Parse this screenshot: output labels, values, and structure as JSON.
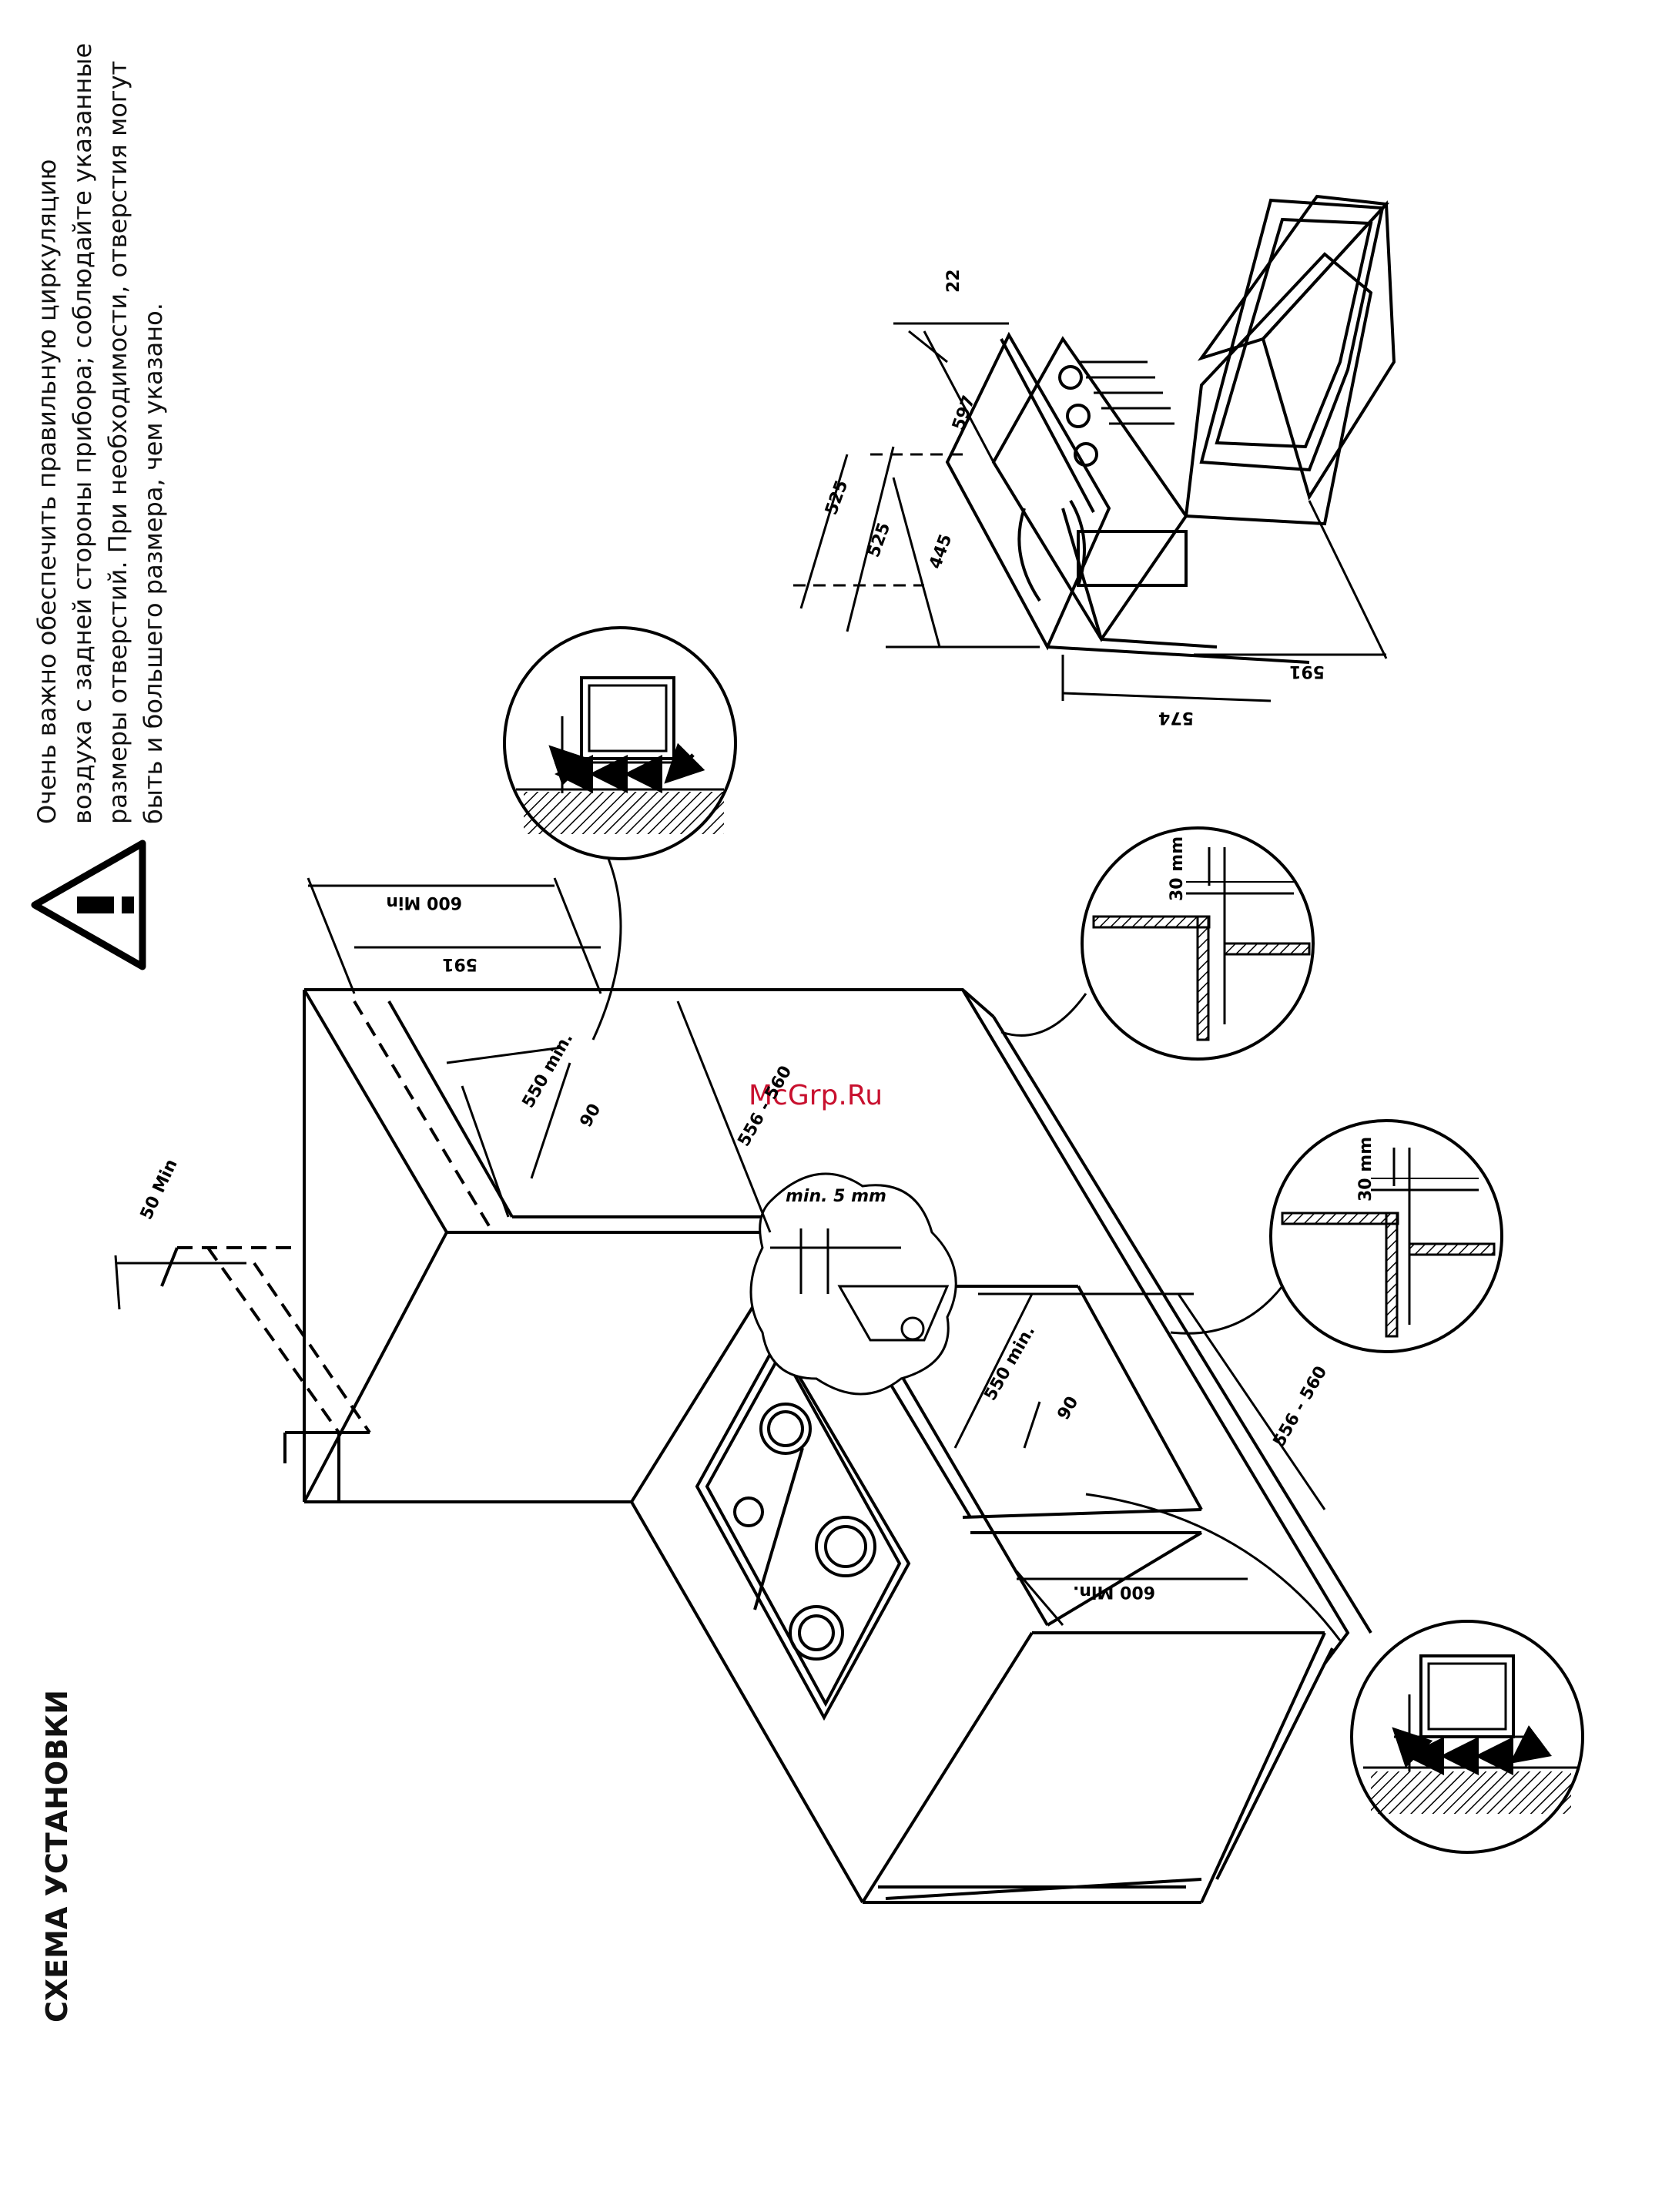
{
  "title": "СХЕМА УСТАНОВКИ",
  "warning": {
    "icon": "warning-triangle-icon",
    "lines": [
      "Очень важно обеспечить правильную циркуляцию",
      "воздуха с задней стороны прибора; соблюдайте указанные",
      "размеры отверстий. При необходимости, отверстия могут",
      "быть и большего размера, чем указано."
    ]
  },
  "watermark": "McGrp.Ru",
  "dimensions": {
    "upper_cabinet": {
      "width_600": "600 Min",
      "width_591": "591",
      "depth_550": "550 min.",
      "gap_90": "90",
      "depth_556_560": "556 - 560",
      "top_gap_50": "50 Min"
    },
    "lower_cabinet": {
      "gap_min5": "min. 5 mm",
      "depth_550": "550 min.",
      "gap_90": "90",
      "depth_556_560": "556 - 560",
      "width_600": "600 Min."
    },
    "details": {
      "clearance_30_a": "30 mm",
      "clearance_30_b": "30 mm"
    },
    "oven": {
      "d22": "22",
      "d597": "597",
      "d525a": "525",
      "d525b": "525",
      "d445": "445",
      "d574": "574",
      "d591": "591"
    }
  }
}
